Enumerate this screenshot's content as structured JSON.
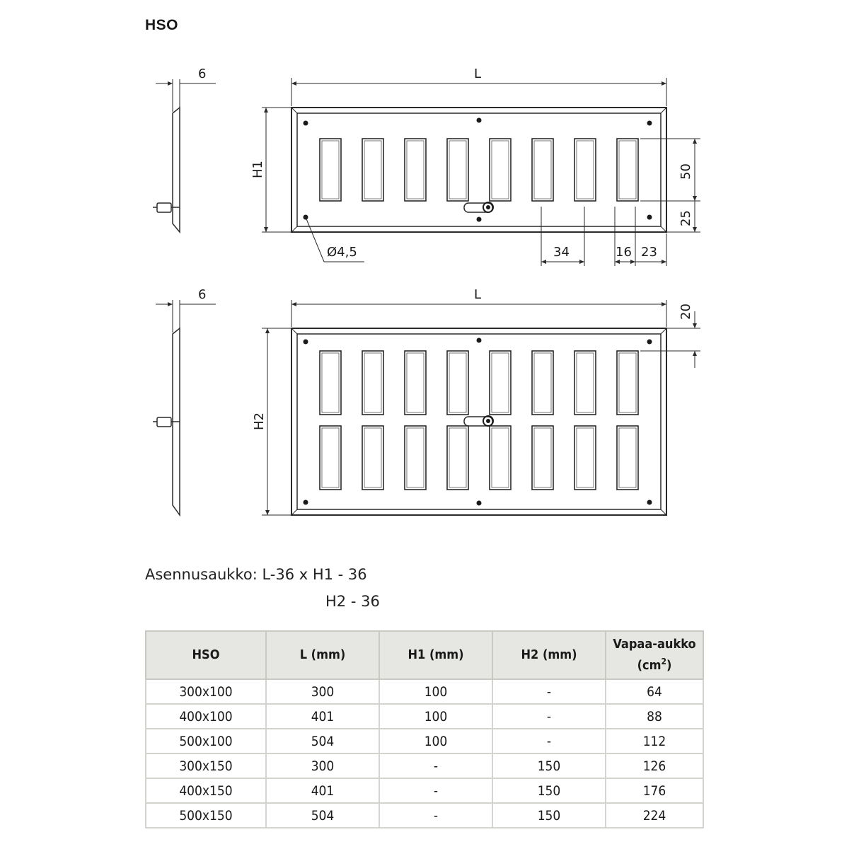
{
  "title": "HSO",
  "drawing": {
    "top_view": {
      "thickness": "6",
      "length": "L",
      "height": "H1",
      "slot_height": "50",
      "bottom_offset": "25",
      "slot_pitch": "34",
      "slot_width": "16",
      "edge_offset": "23",
      "hole_diameter": "Ø4,5"
    },
    "bottom_view": {
      "thickness": "6",
      "length": "L",
      "height": "H2",
      "top_offset": "20"
    }
  },
  "install": {
    "line1": "Asennusaukko: L-36 x H1 - 36",
    "line2": "H2 - 36"
  },
  "table": {
    "headers": [
      "HSO",
      "L (mm)",
      "H1 (mm)",
      "H2 (mm)",
      "Vapaa-aukko"
    ],
    "free_area_unit": "(cm",
    "free_area_sup": "2",
    "free_area_close": ")",
    "rows": [
      [
        "300x100",
        "300",
        "100",
        "-",
        "64"
      ],
      [
        "400x100",
        "401",
        "100",
        "-",
        "88"
      ],
      [
        "500x100",
        "504",
        "100",
        "-",
        "112"
      ],
      [
        "300x150",
        "300",
        "-",
        "150",
        "126"
      ],
      [
        "400x150",
        "401",
        "-",
        "150",
        "176"
      ],
      [
        "500x150",
        "504",
        "-",
        "150",
        "224"
      ]
    ]
  }
}
